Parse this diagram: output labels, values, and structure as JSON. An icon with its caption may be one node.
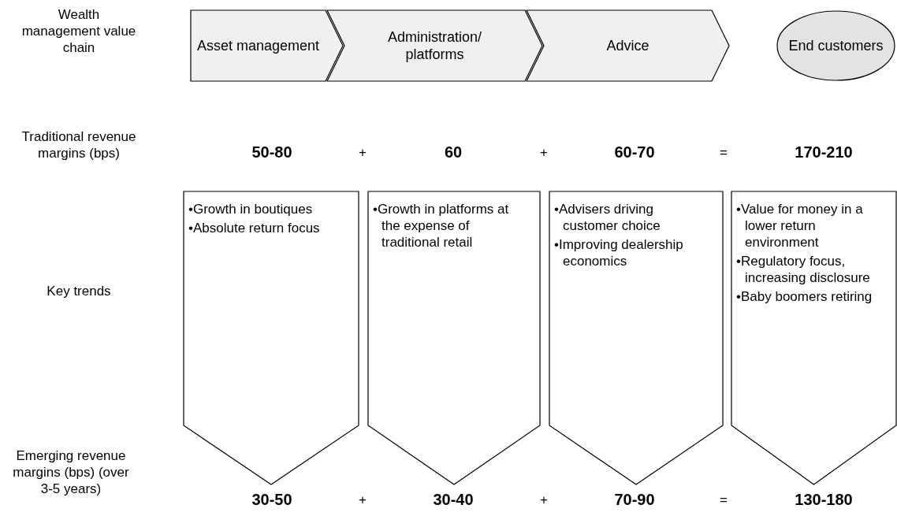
{
  "diagram": {
    "nodes": [
      {
        "text": [
          "Asset management"
        ]
      },
      {
        "text": [
          "Administration/ platforms"
        ]
      },
      {
        "text": [
          "Advice"
        ]
      },
      {
        "text": [
          "End customers"
        ]
      },
      {
        "text": [
          "•Growth in boutiques",
          "•Absolute return focus"
        ]
      },
      {
        "text": [
          "•Growth in platforms at the expense of traditional retail"
        ]
      },
      {
        "text": [
          "•Advisers driving customer choice",
          "•Improving dealership economics"
        ]
      },
      {
        "text": [
          "•Value for money in a lower return environment",
          "•Regulatory focus, increasing disclosure",
          "•Baby boomers retiring"
        ]
      }
    ],
    "edges": [],
    "labels": [
      "Wealth management value chain",
      "Traditional revenue margins (bps)",
      "50-80",
      "+",
      "60",
      "+",
      "60-70",
      "=",
      "170-210",
      "Key trends",
      "Emerging revenue margins (bps) (over 3-5 years)",
      "30-50",
      "+",
      "30-40",
      "+",
      "70-90",
      "=",
      "130-180"
    ]
  }
}
